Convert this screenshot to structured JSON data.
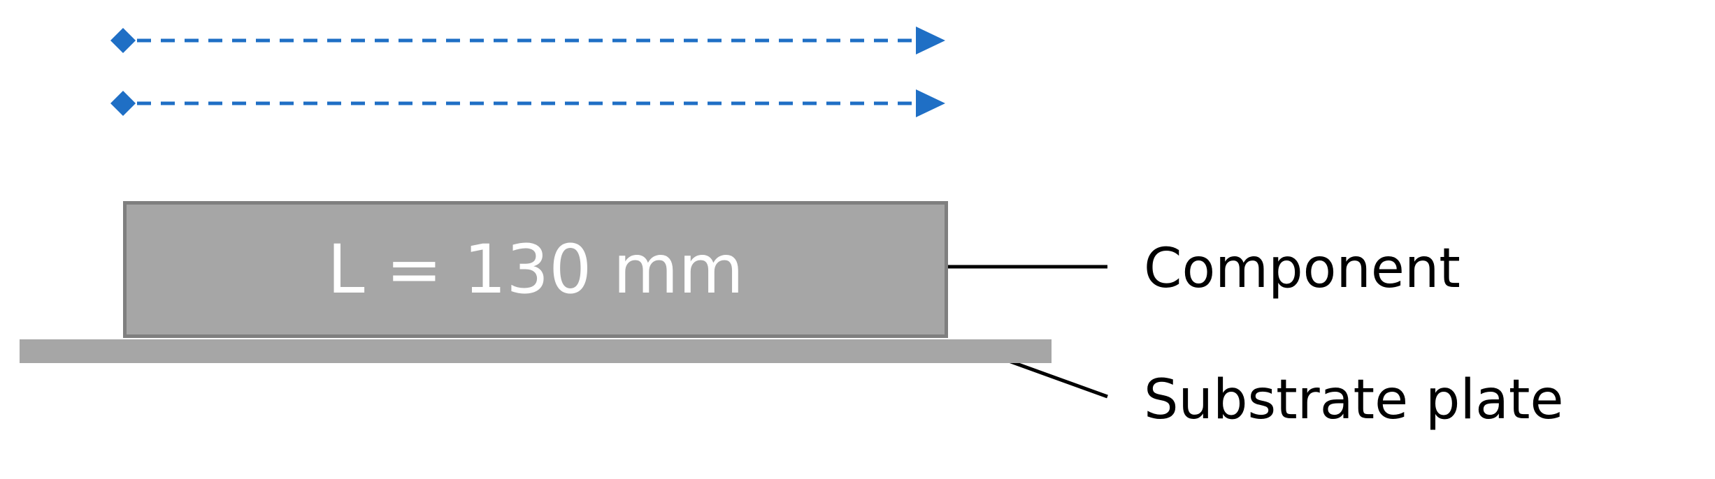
{
  "component": {
    "length_label": "L = 130 mm",
    "callout_label": "Component"
  },
  "substrate": {
    "callout_label": "Substrate plate"
  },
  "scan_paths": {
    "count": 2,
    "color": "#1f6fc5"
  },
  "colors": {
    "component_fill": "#a6a6a6",
    "component_border": "#7f7f7f",
    "substrate_fill": "#a6a6a6",
    "leader_line": "#000000"
  }
}
